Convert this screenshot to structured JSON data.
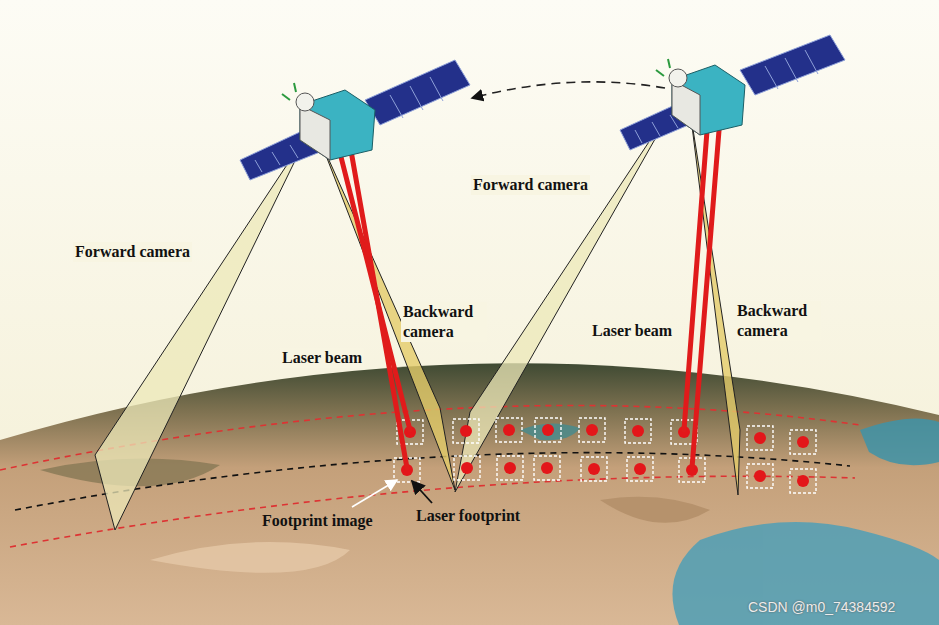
{
  "diagram": {
    "labels": [
      "Forward camera",
      "Forward camera",
      "Laser beam",
      "Backward camera",
      "Laser beam",
      "Backward camera",
      "Footprint image",
      "Laser footprint",
      "CSDN @m0_74384592"
    ]
  }
}
